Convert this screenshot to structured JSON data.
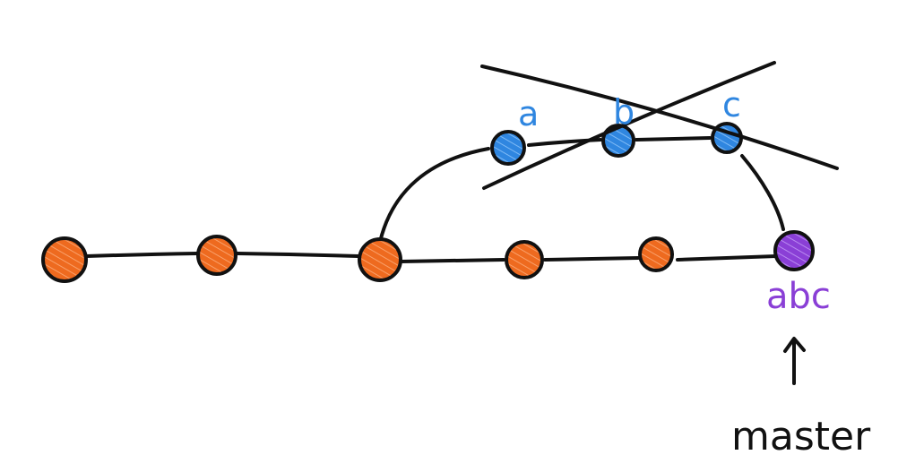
{
  "colors": {
    "main_commit": "#ee6a1f",
    "branch_commit": "#2f86e0",
    "squashed_commit": "#8a3fd6",
    "line": "#111111"
  },
  "branch_commits": {
    "a": "a",
    "b": "b",
    "c": "c"
  },
  "squashed_commit_label": "abc",
  "pointer_label": "master"
}
